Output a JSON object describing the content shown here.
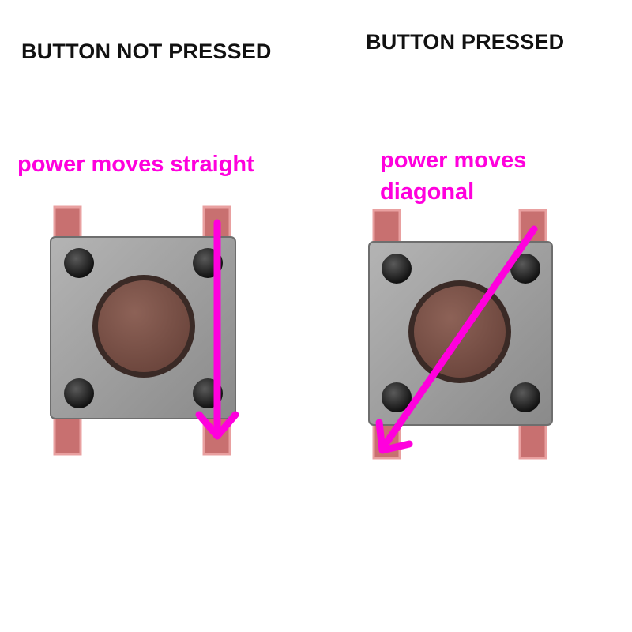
{
  "colors": {
    "accent": "#ff00dd",
    "button_body": "#9c9c9c",
    "button_cap": "#7a5248",
    "pin": "#c96a6a"
  },
  "left_panel": {
    "title": "BUTTON NOT PRESSED",
    "caption": "power moves straight",
    "arrow": "straight"
  },
  "right_panel": {
    "title": "BUTTON PRESSED",
    "caption_line1": "power moves",
    "caption_line2": "diagonal",
    "arrow": "diagonal"
  }
}
